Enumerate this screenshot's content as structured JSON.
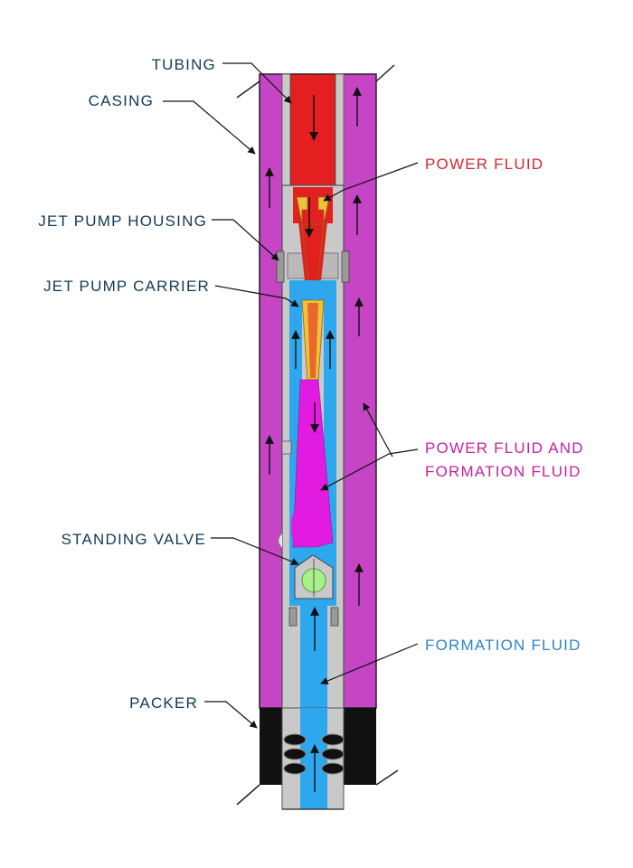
{
  "colors": {
    "casing": "#c545c5",
    "power_fluid": "#e41f1f",
    "mixed_fluid": "#e21be0",
    "formation_fluid": "#2da8ee",
    "steel": "#c9c9c9",
    "brass": "#f0c23c",
    "packer": "#111111",
    "label_dark": "#123a56",
    "label_red": "#d7262c",
    "label_magenta": "#c6229e",
    "label_blue": "#2b86c8"
  },
  "labels": {
    "tubing": "TUBING",
    "casing": "CASING",
    "jet_pump_housing": "JET PUMP HOUSING",
    "jet_pump_carrier": "JET PUMP CARRIER",
    "standing_valve": "STANDING VALVE",
    "packer": "PACKER",
    "power_fluid": "POWER FLUID",
    "power_fluid_and_formation_fluid_line1": "POWER FLUID AND",
    "power_fluid_and_formation_fluid_line2": "FORMATION FLUID",
    "formation_fluid": "FORMATION FLUID"
  }
}
